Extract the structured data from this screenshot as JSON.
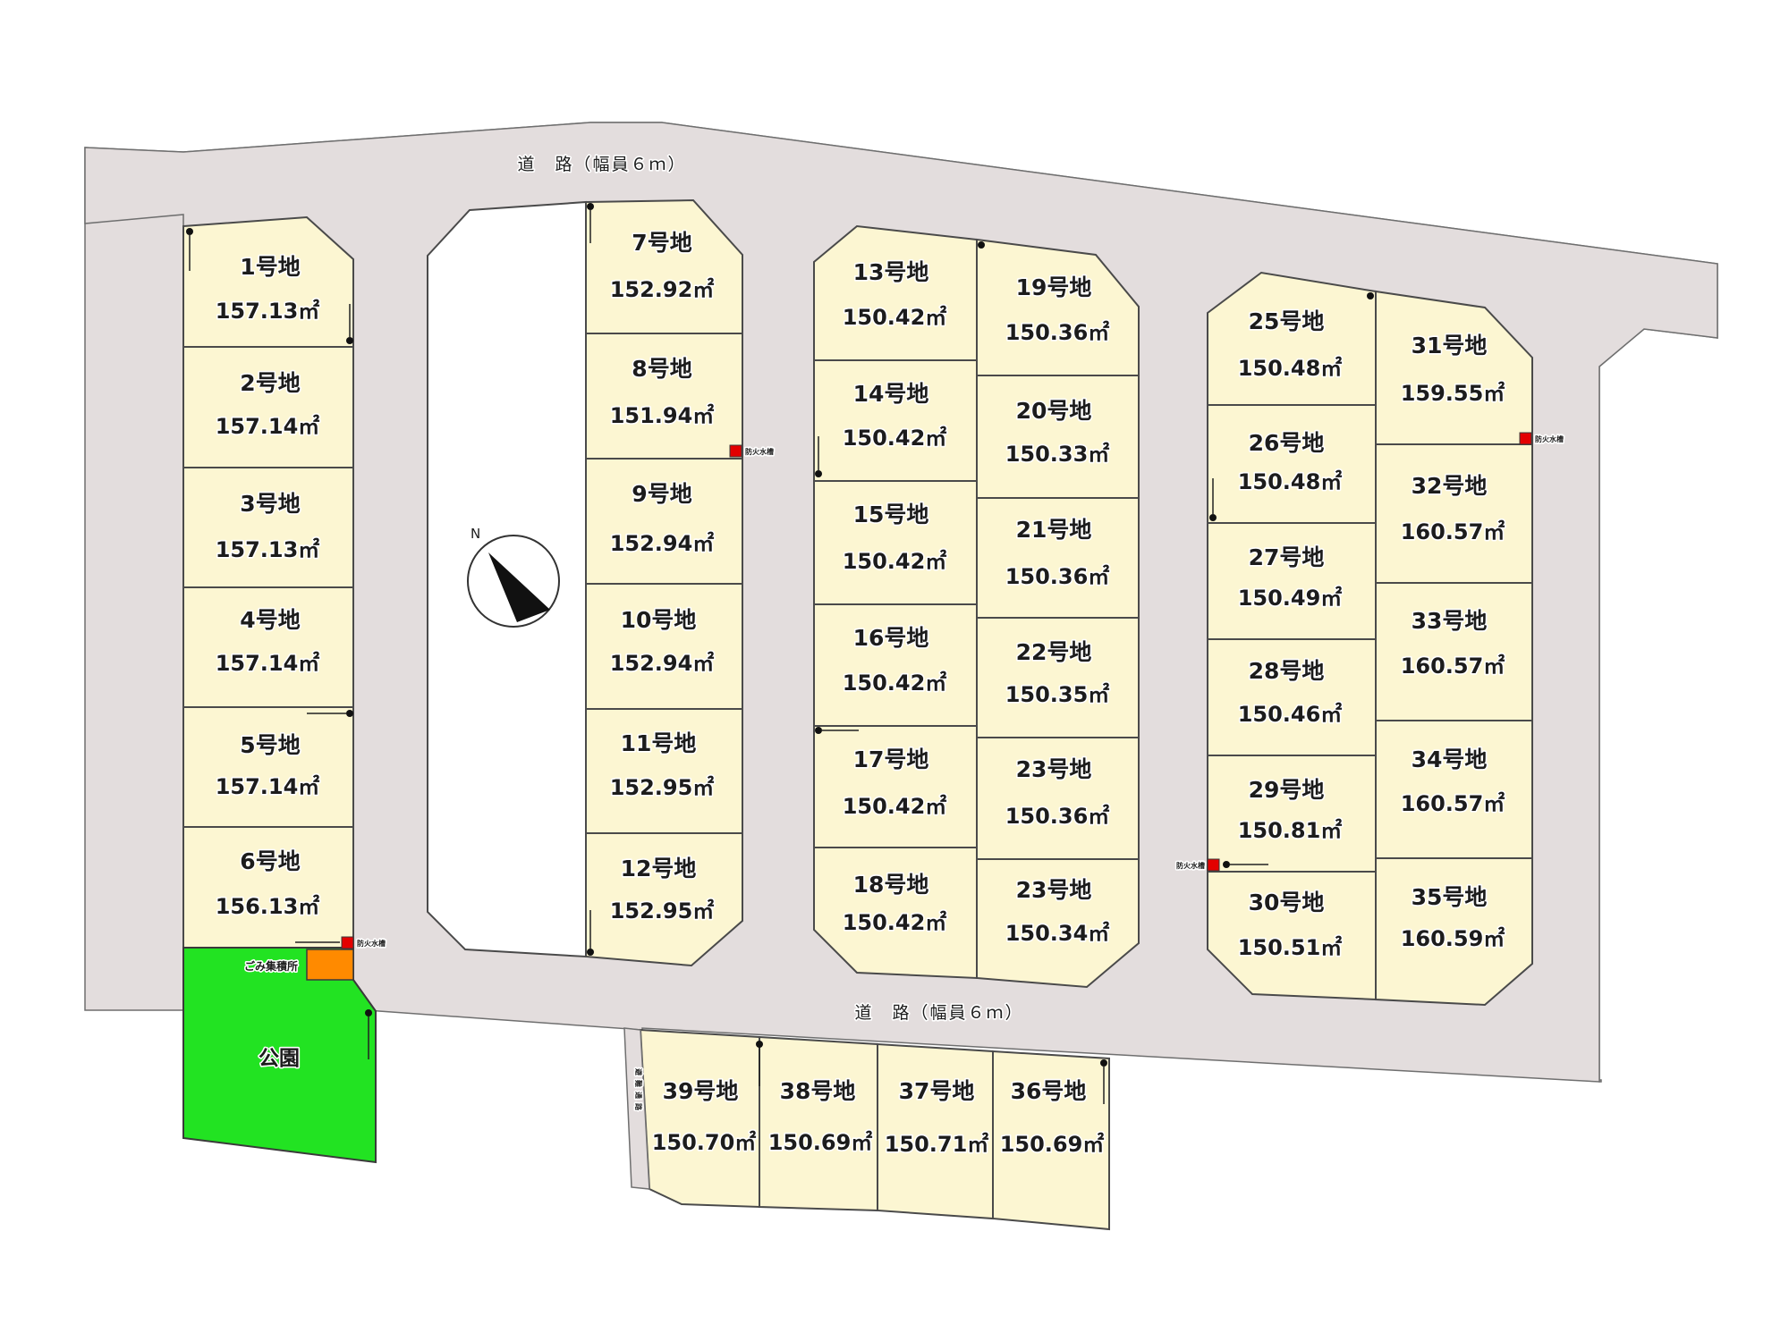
{
  "roads": {
    "north_label": "道　路（幅員６ｍ）",
    "south_label": "道　路（幅員６ｍ）",
    "side_label": "避難通路"
  },
  "facilities": {
    "park_label": "公園",
    "garbage_label": "ごみ集積所",
    "hydrant_label": "防火水槽"
  },
  "compass": {
    "label": "N"
  },
  "lots": [
    {
      "no": "1号地",
      "area": "157.13㎡"
    },
    {
      "no": "2号地",
      "area": "157.14㎡"
    },
    {
      "no": "3号地",
      "area": "157.13㎡"
    },
    {
      "no": "4号地",
      "area": "157.14㎡"
    },
    {
      "no": "5号地",
      "area": "157.14㎡"
    },
    {
      "no": "6号地",
      "area": "156.13㎡"
    },
    {
      "no": "7号地",
      "area": "152.92㎡"
    },
    {
      "no": "8号地",
      "area": "151.94㎡"
    },
    {
      "no": "9号地",
      "area": "152.94㎡"
    },
    {
      "no": "10号地",
      "area": "152.94㎡"
    },
    {
      "no": "11号地",
      "area": "152.95㎡"
    },
    {
      "no": "12号地",
      "area": "152.95㎡"
    },
    {
      "no": "13号地",
      "area": "150.42㎡"
    },
    {
      "no": "14号地",
      "area": "150.42㎡"
    },
    {
      "no": "15号地",
      "area": "150.42㎡"
    },
    {
      "no": "16号地",
      "area": "150.42㎡"
    },
    {
      "no": "17号地",
      "area": "150.42㎡"
    },
    {
      "no": "18号地",
      "area": "150.42㎡"
    },
    {
      "no": "19号地",
      "area": "150.36㎡"
    },
    {
      "no": "20号地",
      "area": "150.33㎡"
    },
    {
      "no": "21号地",
      "area": "150.36㎡"
    },
    {
      "no": "22号地",
      "area": "150.35㎡"
    },
    {
      "no": "23号地",
      "area": "150.36㎡"
    },
    {
      "no": "23号地",
      "area": "150.34㎡"
    },
    {
      "no": "25号地",
      "area": "150.48㎡"
    },
    {
      "no": "26号地",
      "area": "150.48㎡"
    },
    {
      "no": "27号地",
      "area": "150.49㎡"
    },
    {
      "no": "28号地",
      "area": "150.46㎡"
    },
    {
      "no": "29号地",
      "area": "150.81㎡"
    },
    {
      "no": "30号地",
      "area": "150.51㎡"
    },
    {
      "no": "31号地",
      "area": "159.55㎡"
    },
    {
      "no": "32号地",
      "area": "160.57㎡"
    },
    {
      "no": "33号地",
      "area": "160.57㎡"
    },
    {
      "no": "34号地",
      "area": "160.57㎡"
    },
    {
      "no": "35号地",
      "area": "160.59㎡"
    },
    {
      "no": "36号地",
      "area": "150.69㎡"
    },
    {
      "no": "37号地",
      "area": "150.71㎡"
    },
    {
      "no": "38号地",
      "area": "150.69㎡"
    },
    {
      "no": "39号地",
      "area": "150.70㎡"
    }
  ],
  "colors": {
    "road": "#e3dddd",
    "lot": "#fcf6d2",
    "park": "#22e322",
    "garbage": "#ff8a00",
    "hydrant": "#e30000"
  }
}
